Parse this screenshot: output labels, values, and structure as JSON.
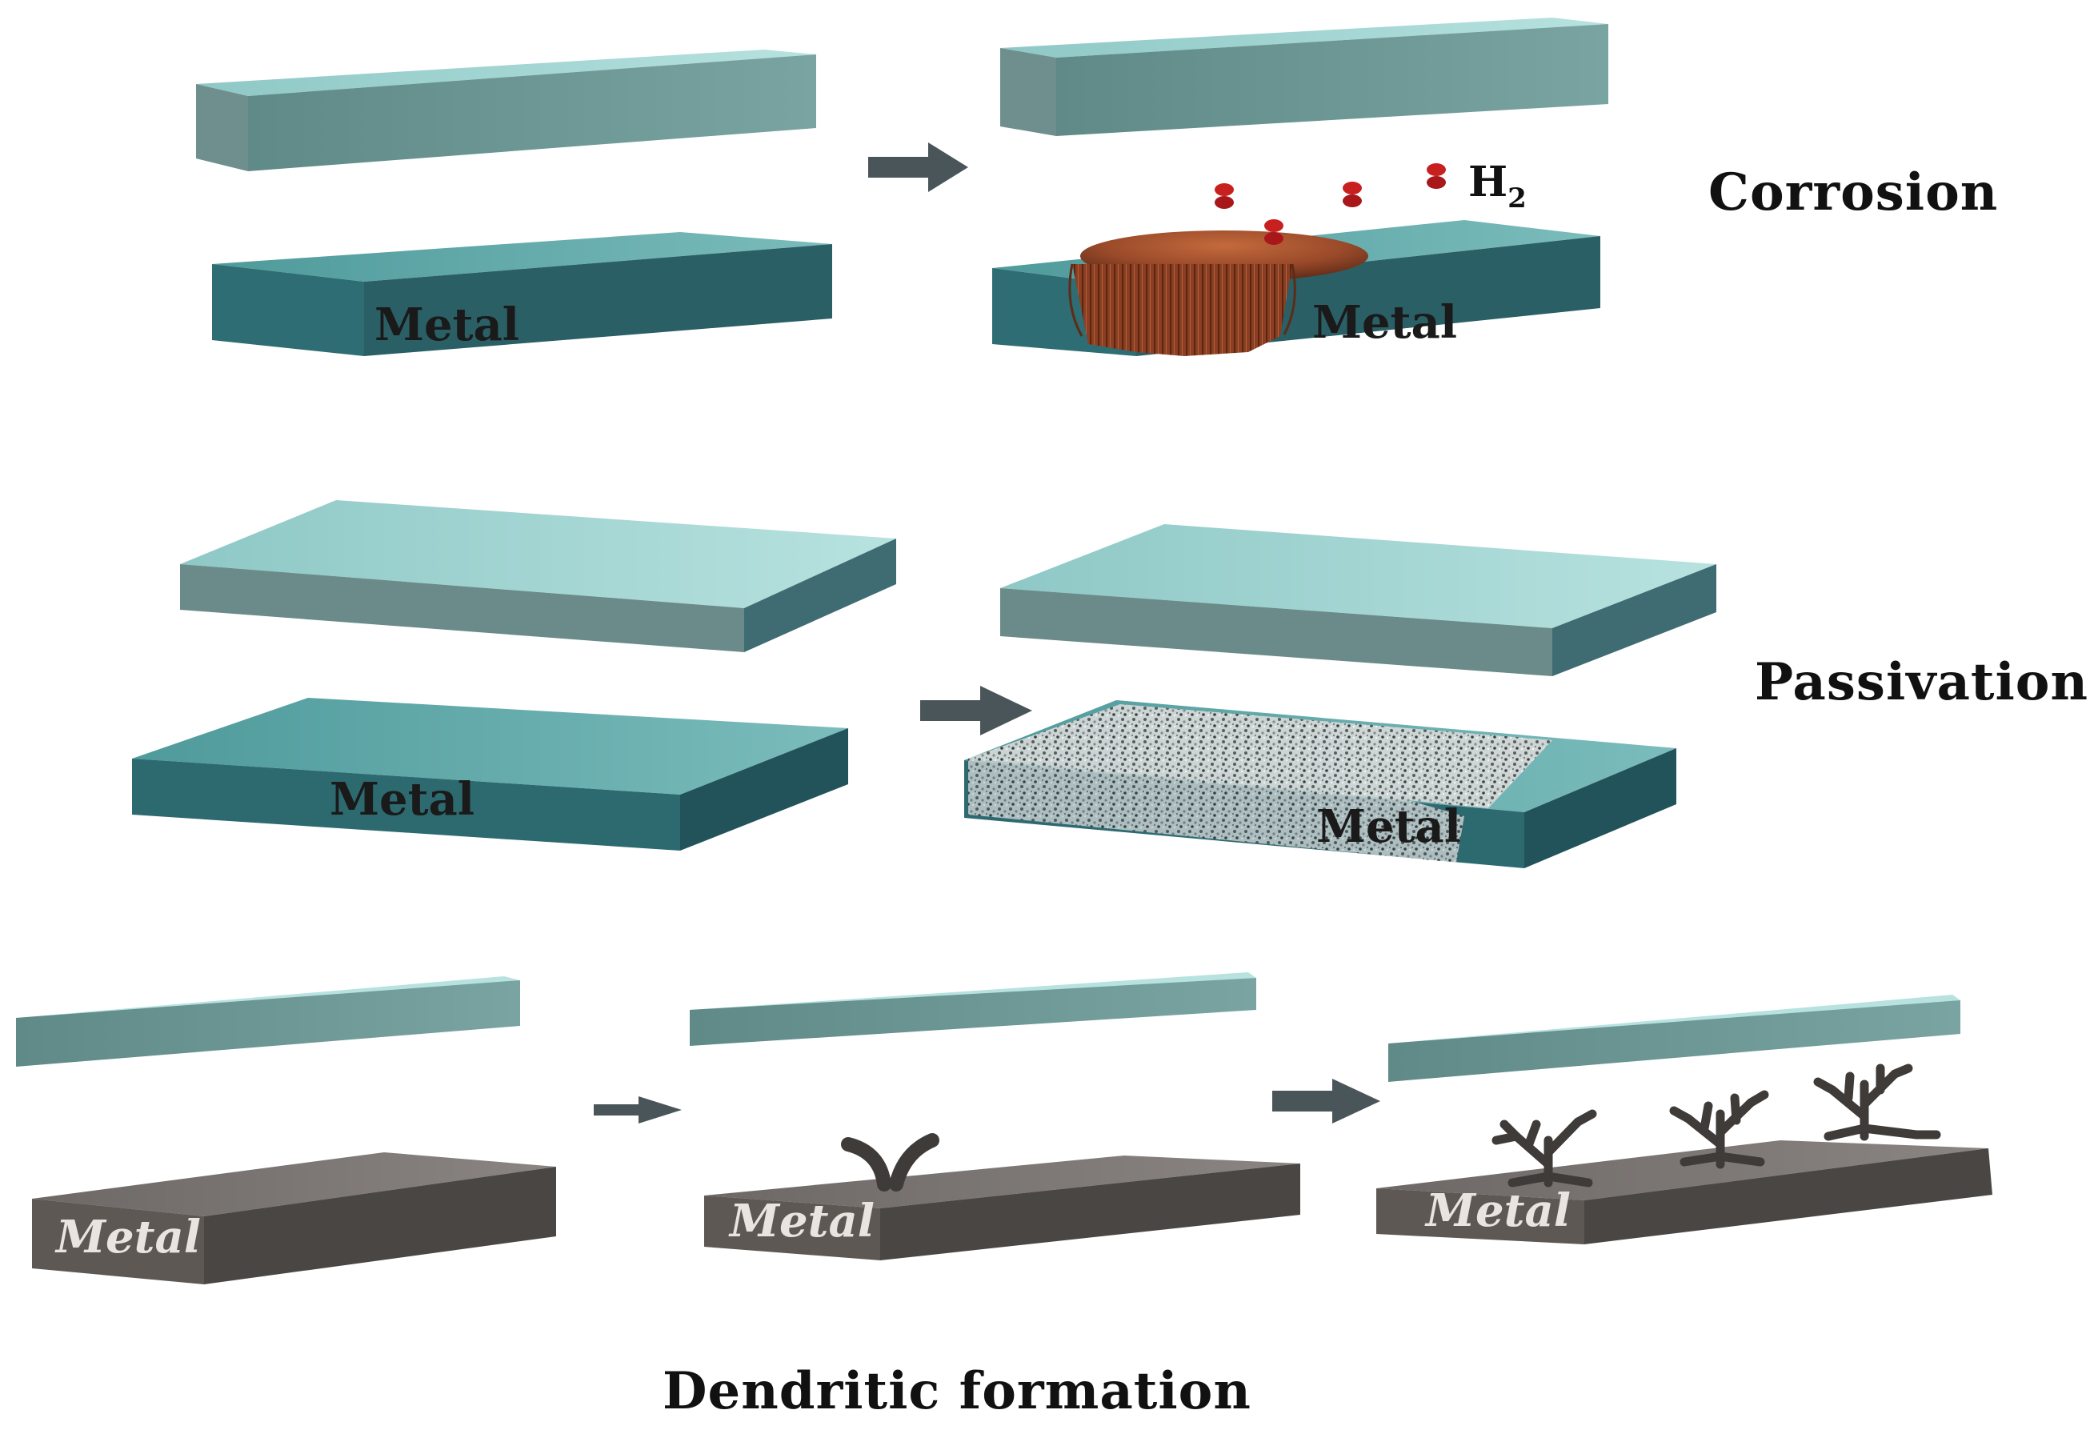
{
  "labels": {
    "metal": "Metal",
    "h2_main": "H",
    "h2_sub": "2",
    "corrosion": "Corrosion",
    "passivation": "Passivation",
    "dendritic": "Dendritic formation"
  },
  "colors": {
    "plate_top": "#9fd3d1",
    "plate_front": "#6f9a98",
    "plate_side": "#3f6c72",
    "metal_top": "#5fa7a8",
    "metal_front": "#2f6a70",
    "metal_side": "#24535a",
    "grey_top": "#7b7673",
    "grey_front": "#5d5854",
    "grey_side": "#45413e",
    "corrosion": "#a5522f",
    "bubble": "#c8201f",
    "arrow": "#4a555a",
    "dendrite": "#3e3b39"
  }
}
